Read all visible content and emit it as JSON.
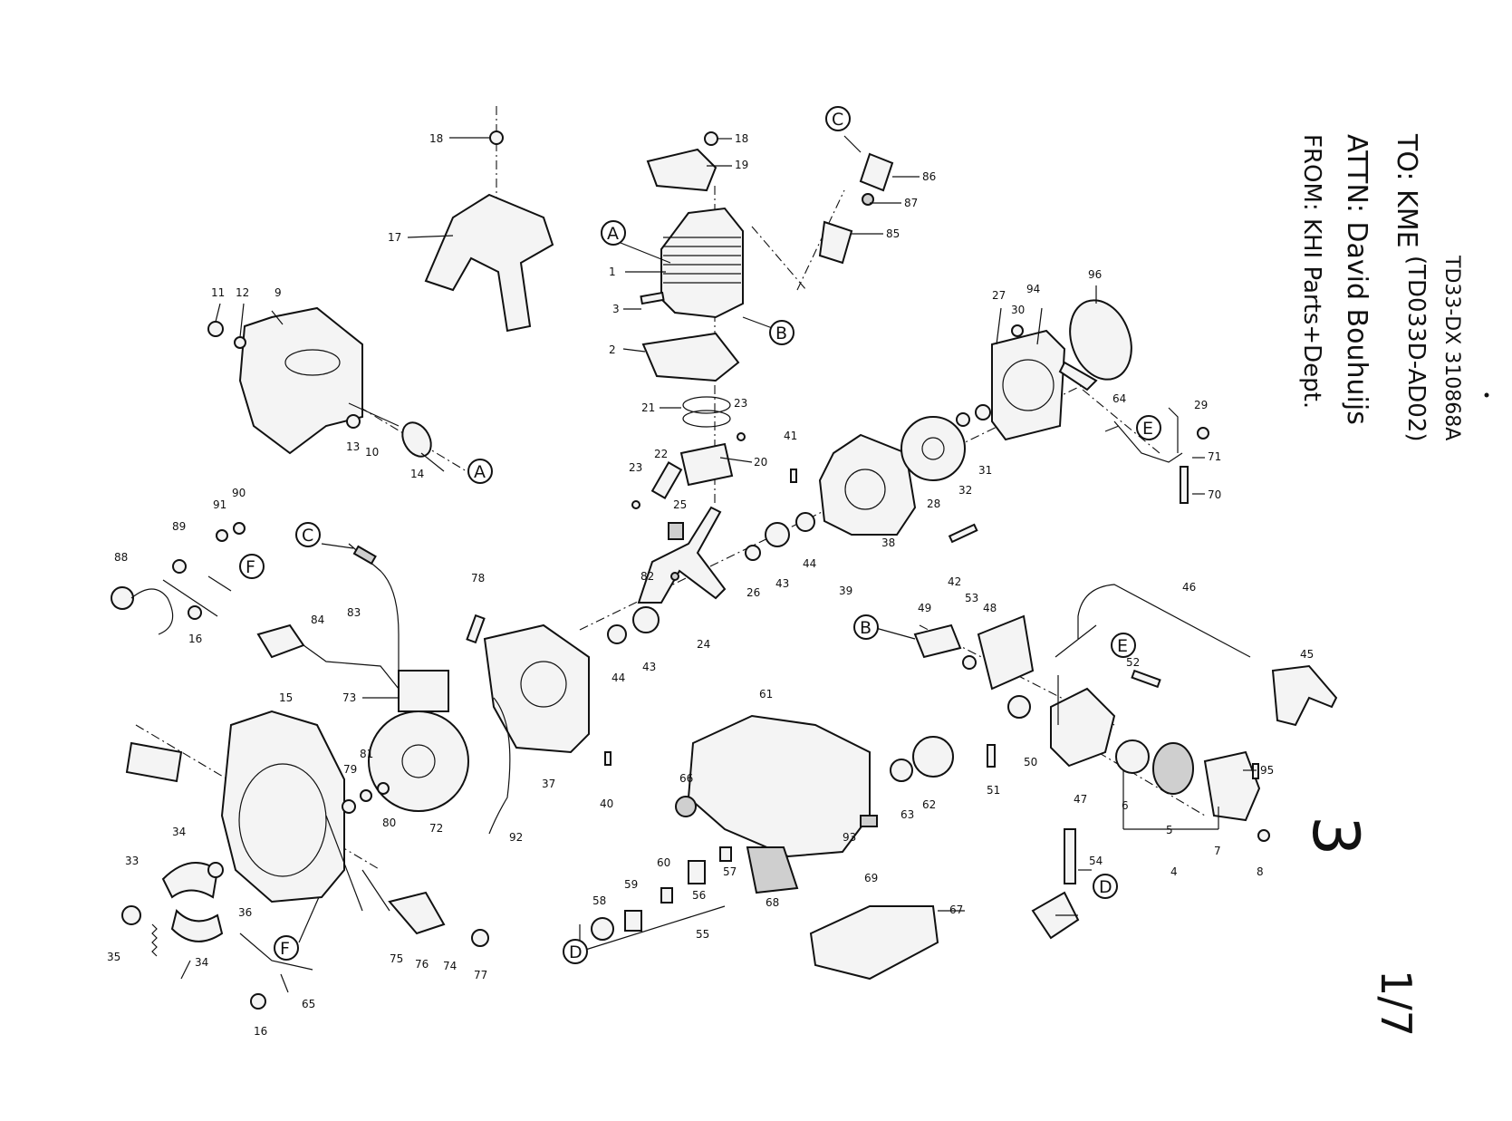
{
  "header": {
    "to_line": "TO: KME",
    "attn_line": "ATTN: David Bouhuijs",
    "from_line": "FROM: KHI Parts+Dept.",
    "model_line": "TD33-DX  310868A",
    "model_code": "(TD033D-AD02)",
    "page_number": "3",
    "page_fraction": "1/7"
  },
  "callouts": {
    "A": "A",
    "B": "B",
    "C": "C",
    "D": "D",
    "E": "E",
    "F": "F"
  },
  "parts": {
    "p1": "1",
    "p2": "2",
    "p3": "3",
    "p4": "4",
    "p5": "5",
    "p6": "6",
    "p7": "7",
    "p8": "8",
    "p9": "9",
    "p10": "10",
    "p11": "11",
    "p12": "12",
    "p13": "13",
    "p14": "14",
    "p15": "15",
    "p16": "16",
    "p17": "17",
    "p18": "18",
    "p19": "19",
    "p20": "20",
    "p21": "21",
    "p22": "22",
    "p23": "23",
    "p24": "24",
    "p25": "25",
    "p26": "26",
    "p27": "27",
    "p28": "28",
    "p29": "29",
    "p30": "30",
    "p31": "31",
    "p32": "32",
    "p33": "33",
    "p34": "34",
    "p35": "35",
    "p36": "36",
    "p37": "37",
    "p38": "38",
    "p39": "39",
    "p40": "40",
    "p41": "41",
    "p42": "42",
    "p43": "43",
    "p44": "44",
    "p45": "45",
    "p46": "46",
    "p47": "47",
    "p48": "48",
    "p49": "49",
    "p50": "50",
    "p51": "51",
    "p52": "52",
    "p53": "53",
    "p54": "54",
    "p55": "55",
    "p56": "56",
    "p57": "57",
    "p58": "58",
    "p59": "59",
    "p60": "60",
    "p61": "61",
    "p62": "62",
    "p63": "63",
    "p64": "64",
    "p65": "65",
    "p66": "66",
    "p67": "67",
    "p68": "68",
    "p69": "69",
    "p70": "70",
    "p71": "71",
    "p72": "72",
    "p73": "73",
    "p74": "74",
    "p75": "75",
    "p76": "76",
    "p77": "77",
    "p78": "78",
    "p79": "79",
    "p80": "80",
    "p81": "81",
    "p82": "82",
    "p83": "83",
    "p84": "84",
    "p85": "85",
    "p86": "86",
    "p87": "87",
    "p88": "88",
    "p89": "89",
    "p90": "90",
    "p91": "91",
    "p92": "92",
    "p93": "93",
    "p94": "94",
    "p95": "95",
    "p96": "96"
  }
}
